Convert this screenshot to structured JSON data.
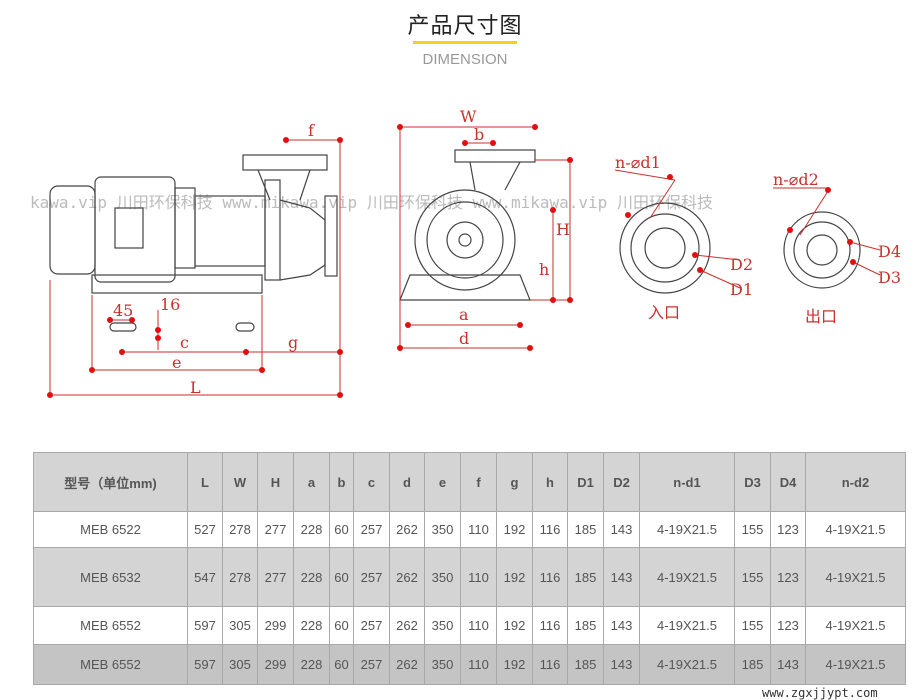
{
  "header": {
    "title": "产品尺寸图",
    "subtitle": "DIMENSION"
  },
  "drawing": {
    "side_view": {
      "f": "f",
      "dim_45": "45",
      "dim_16": "16",
      "c": "c",
      "g": "g",
      "e": "e",
      "L": "L"
    },
    "front_view": {
      "W": "W",
      "b": "b",
      "H": "H",
      "h": "h",
      "a": "a",
      "d": "d"
    },
    "inlet": {
      "n_d1": "n-⌀d1",
      "D2": "D2",
      "D1": "D1",
      "label": "入口"
    },
    "outlet": {
      "n_d2": "n-⌀d2",
      "D4": "D4",
      "D3": "D3",
      "label": "出口"
    },
    "watermark": "kawa.vip  川田环保科技  www.mikawa.vip  川田环保科技  www.mikawa.vip  川田环保科技"
  },
  "table": {
    "headers": [
      "型号（单位mm)",
      "L",
      "W",
      "H",
      "a",
      "b",
      "c",
      "d",
      "e",
      "f",
      "g",
      "h",
      "D1",
      "D2",
      "n-d1",
      "D3",
      "D4",
      "n-d2"
    ],
    "rows": [
      [
        "MEB 6522",
        "527",
        "278",
        "277",
        "228",
        "60",
        "257",
        "262",
        "350",
        "110",
        "192",
        "116",
        "185",
        "143",
        "4-19X21.5",
        "155",
        "123",
        "4-19X21.5"
      ],
      [
        "MEB 6532",
        "547",
        "278",
        "277",
        "228",
        "60",
        "257",
        "262",
        "350",
        "110",
        "192",
        "116",
        "185",
        "143",
        "4-19X21.5",
        "155",
        "123",
        "4-19X21.5"
      ],
      [
        "MEB 6552",
        "597",
        "305",
        "299",
        "228",
        "60",
        "257",
        "262",
        "350",
        "110",
        "192",
        "116",
        "185",
        "143",
        "4-19X21.5",
        "155",
        "123",
        "4-19X21.5"
      ],
      [
        "MEB 6552",
        "597",
        "305",
        "299",
        "228",
        "60",
        "257",
        "262",
        "350",
        "110",
        "192",
        "116",
        "185",
        "143",
        "4-19X21.5",
        "185",
        "143",
        "4-19X21.5"
      ]
    ]
  },
  "site_watermark": "www.zgxjjypt.com"
}
